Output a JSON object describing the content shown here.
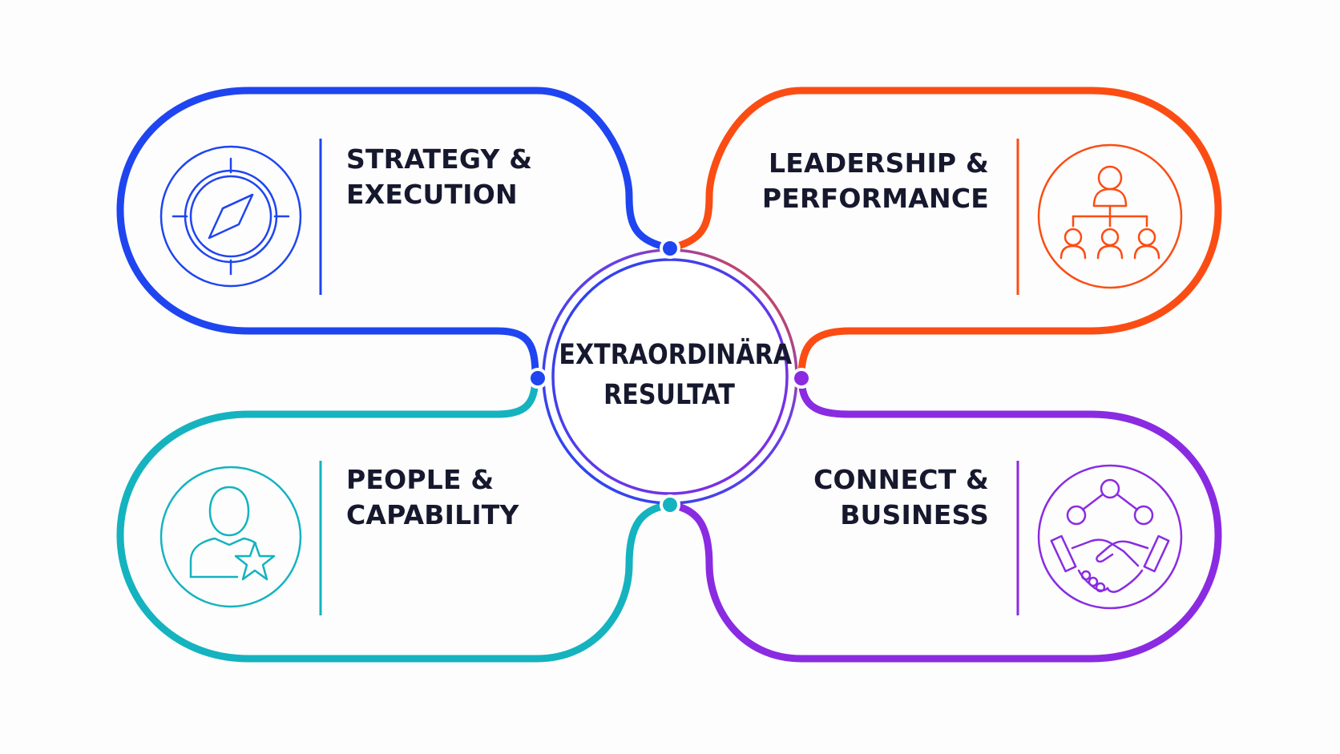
{
  "center": {
    "line1": "EXTRAORDINÄRA",
    "line2": "RESULTAT"
  },
  "quadrants": {
    "top_left": {
      "line1": "STRATEGY &",
      "line2": "EXECUTION",
      "icon": "compass-icon",
      "color": "#1f45f0"
    },
    "top_right": {
      "line1": "LEADERSHIP &",
      "line2": "PERFORMANCE",
      "icon": "org-chart-icon",
      "color": "#fb4d13"
    },
    "bottom_left": {
      "line1": "PEOPLE &",
      "line2": "CAPABILITY",
      "icon": "person-star-icon",
      "color": "#14b3bf"
    },
    "bottom_right": {
      "line1": "CONNECT &",
      "line2": "BUSINESS",
      "icon": "handshake-network-icon",
      "color": "#8a2be2"
    }
  }
}
